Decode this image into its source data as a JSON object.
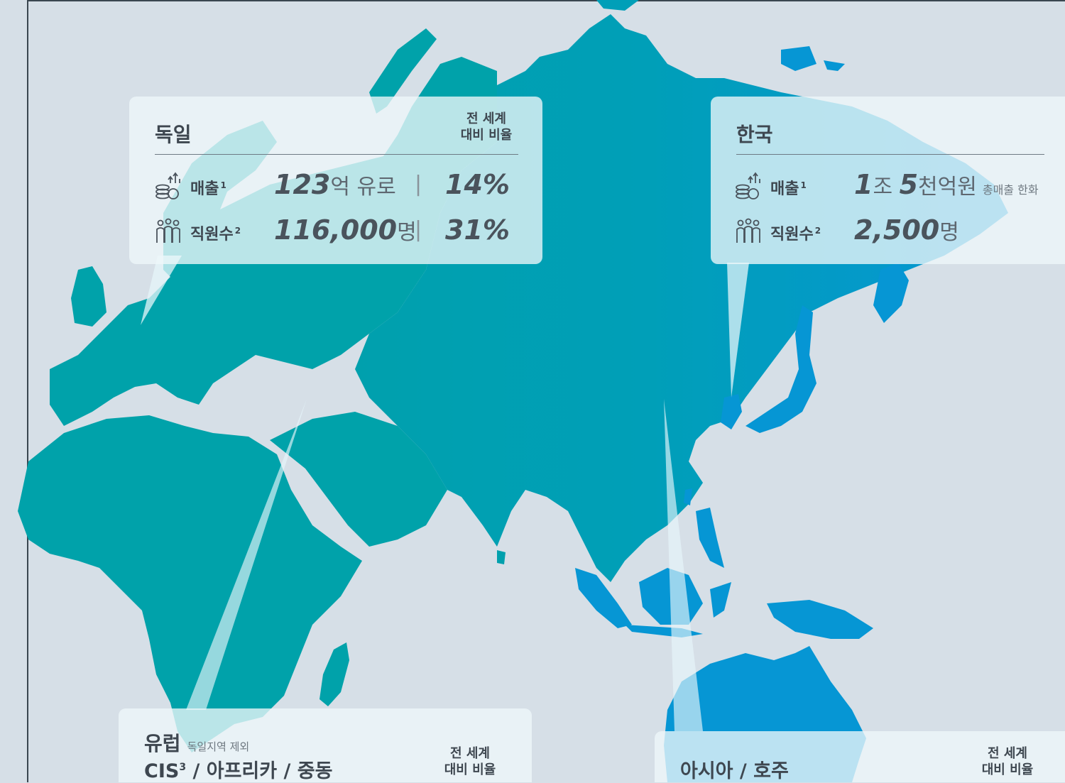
{
  "germany": {
    "title": "독일",
    "header_line1": "전 세계",
    "header_line2": "대비 비율",
    "sales": {
      "label": "매출",
      "label_sup": "1",
      "value_big": "123",
      "value_unit": "억 유로",
      "separator": "|",
      "share": "14%"
    },
    "employees": {
      "label": "직원수",
      "label_sup": "2",
      "value_big": "116,000",
      "value_unit": "명",
      "separator": "|",
      "share": "31%"
    }
  },
  "korea": {
    "title": "한국",
    "sales": {
      "label": "매출",
      "label_sup": "1",
      "value_big1": "1",
      "value_unit1": "조 ",
      "value_big2": "5",
      "value_unit2": "천억원",
      "note": "총매출 한화"
    },
    "employees": {
      "label": "직원수",
      "label_sup": "2",
      "value_big": "2,500",
      "value_unit": "명"
    }
  },
  "europe": {
    "title_line1": "유럽",
    "title_note": "독일지역 제외",
    "title_line2_a": "CIS",
    "title_line2_sup": "3",
    "title_line2_b": " / 아프리카 / 중동",
    "header_line1": "전 세계",
    "header_line2": "대비 비율"
  },
  "asia": {
    "title": "아시아 / 호주",
    "header_line1": "전 세계",
    "header_line2": "대비 비율"
  },
  "colors": {
    "background": "#d6dfe7",
    "europe_africa": "#00a0ad",
    "asia": "#0099c6",
    "card": "#eef7fa",
    "text": "#3e4750"
  }
}
